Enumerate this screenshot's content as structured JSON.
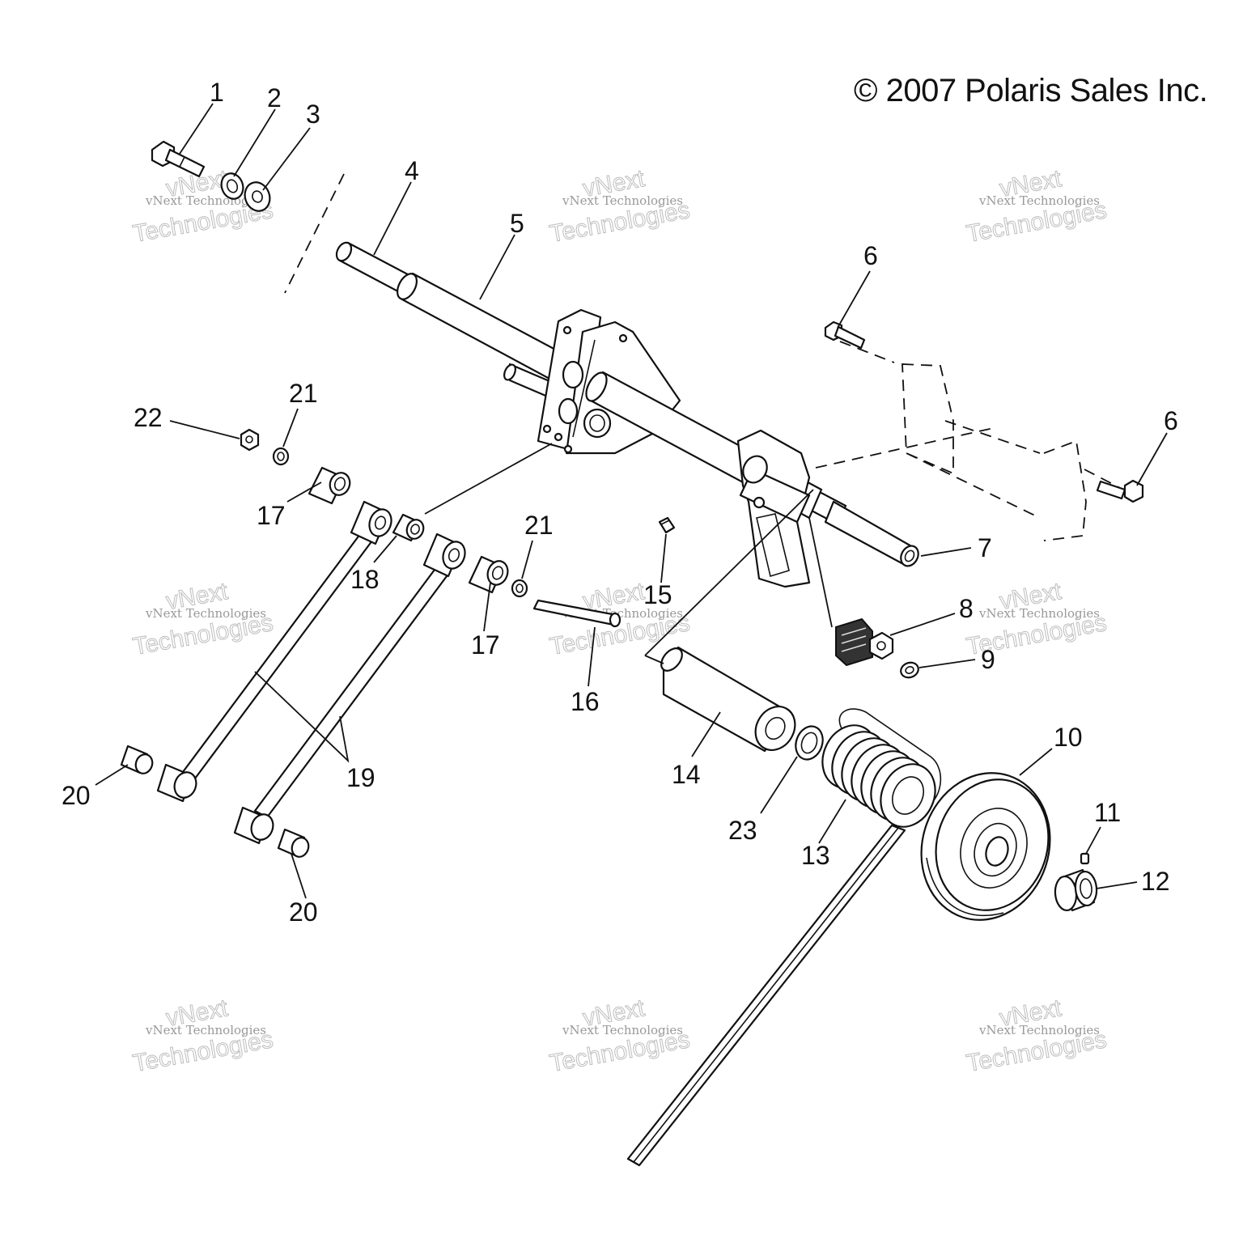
{
  "copyright": "© 2007 Polaris Sales Inc.",
  "watermark": {
    "small": "vNext Technologies",
    "big_top": "vNext",
    "big_bottom": "Technologies"
  },
  "callouts": [
    {
      "id": "c1",
      "label": "1"
    },
    {
      "id": "c2",
      "label": "2"
    },
    {
      "id": "c3",
      "label": "3"
    },
    {
      "id": "c4",
      "label": "4"
    },
    {
      "id": "c5",
      "label": "5"
    },
    {
      "id": "c6a",
      "label": "6"
    },
    {
      "id": "c6b",
      "label": "6"
    },
    {
      "id": "c7",
      "label": "7"
    },
    {
      "id": "c8",
      "label": "8"
    },
    {
      "id": "c9",
      "label": "9"
    },
    {
      "id": "c10",
      "label": "10"
    },
    {
      "id": "c11",
      "label": "11"
    },
    {
      "id": "c12",
      "label": "12"
    },
    {
      "id": "c13",
      "label": "13"
    },
    {
      "id": "c14",
      "label": "14"
    },
    {
      "id": "c15",
      "label": "15"
    },
    {
      "id": "c16",
      "label": "16"
    },
    {
      "id": "c17a",
      "label": "17"
    },
    {
      "id": "c17b",
      "label": "17"
    },
    {
      "id": "c18",
      "label": "18"
    },
    {
      "id": "c19",
      "label": "19"
    },
    {
      "id": "c20a",
      "label": "20"
    },
    {
      "id": "c20b",
      "label": "20"
    },
    {
      "id": "c21a",
      "label": "21"
    },
    {
      "id": "c21b",
      "label": "21"
    },
    {
      "id": "c22",
      "label": "22"
    },
    {
      "id": "c23",
      "label": "23"
    }
  ]
}
